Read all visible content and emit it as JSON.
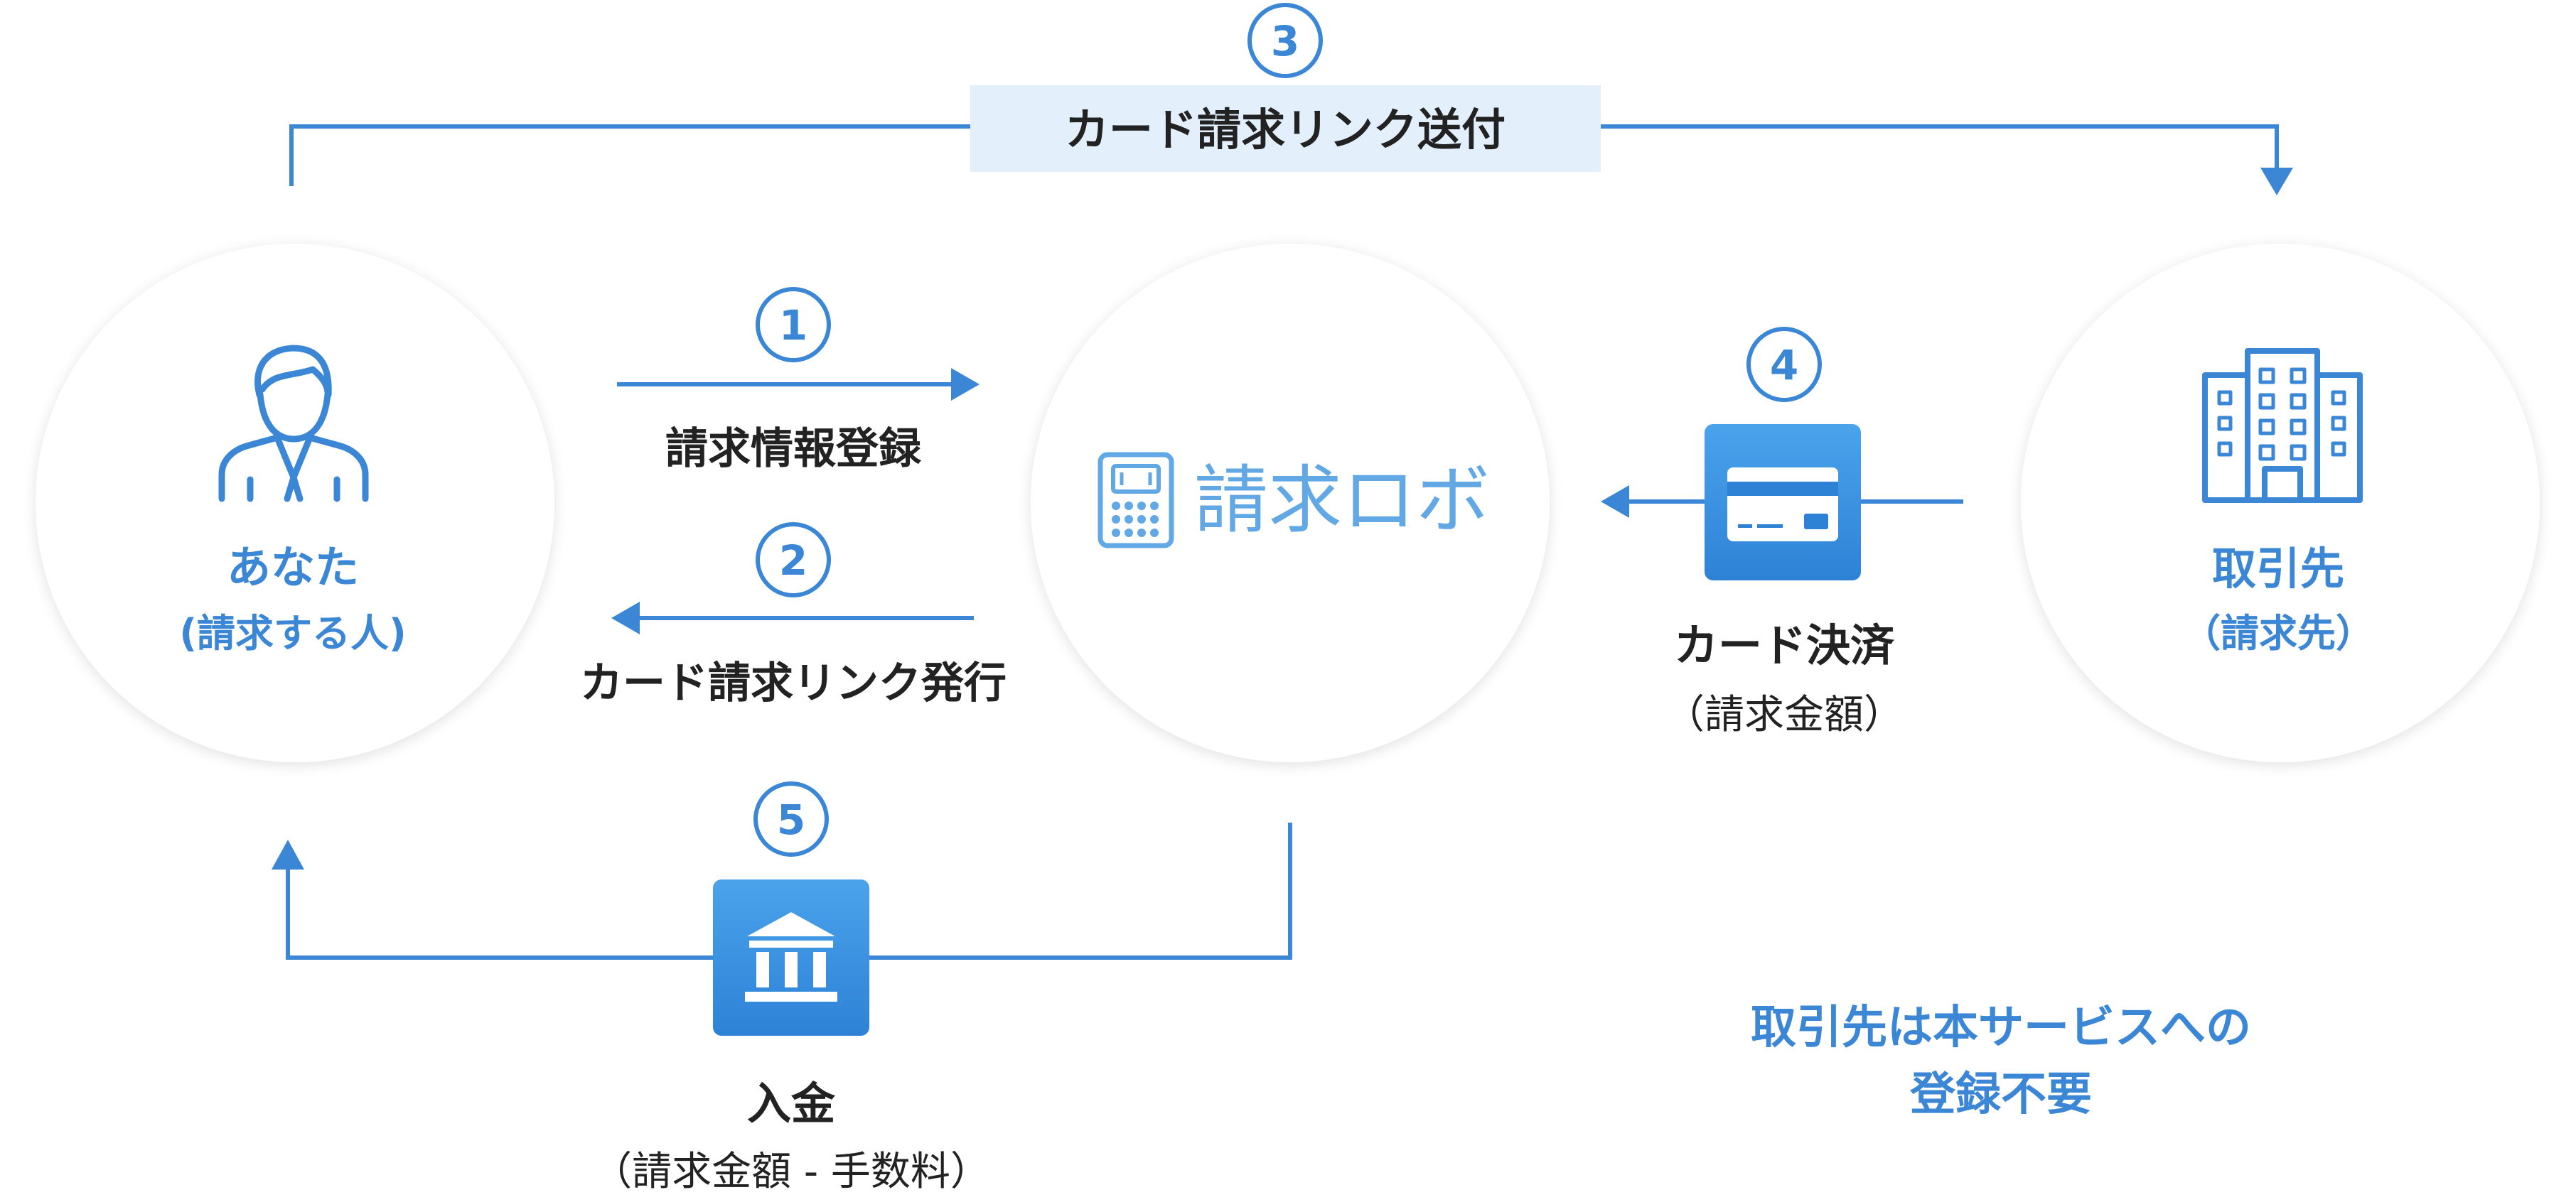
{
  "steps": {
    "s1": {
      "number": "1",
      "label": "請求情報登録"
    },
    "s2": {
      "number": "2",
      "label": "カード請求リンク発行"
    },
    "s3": {
      "number": "3",
      "label": "カード請求リンク送付"
    },
    "s4": {
      "number": "4",
      "label": "カード決済",
      "sub": "（請求金額）"
    },
    "s5": {
      "number": "5",
      "label": "入金",
      "sub": "（請求金額 - 手数料）"
    }
  },
  "nodes": {
    "you": {
      "name": "あなた",
      "sub": "(請求する人)"
    },
    "robo": {
      "logo_text": "請求ロボ"
    },
    "client": {
      "name": "取引先",
      "sub": "（請求先）"
    }
  },
  "note": {
    "line1": "取引先は本サービスへの",
    "line2": "登録不要"
  },
  "colors": {
    "primary": "#3B87D6",
    "label_bg": "#E3F0FC",
    "tile_top": "#4AA3EB",
    "tile_bottom": "#2E82D6",
    "dark_text": "#222222",
    "logo_text": "#62A8E4"
  },
  "icons": {
    "you": "person-icon",
    "robo": "calculator-icon",
    "client": "building-icon",
    "card": "credit-card-icon",
    "bank": "bank-icon"
  }
}
